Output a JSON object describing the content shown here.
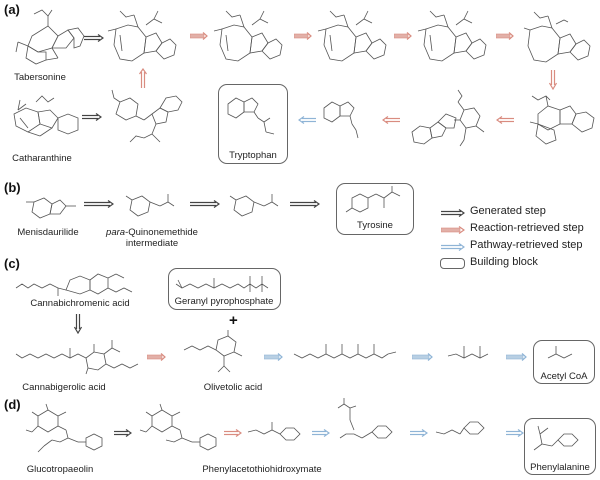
{
  "colors": {
    "generated": "#444444",
    "reaction_retrieved": "#d98c80",
    "pathway_retrieved": "#8fb4d6",
    "building_block_border": "#666666"
  },
  "panels": {
    "a": {
      "label": "(a)",
      "molecules": [
        "Tabersonine",
        "Catharanthine",
        "Tryptophan"
      ],
      "building_block": "Tryptophan"
    },
    "b": {
      "label": "(b)",
      "molecules": [
        "Menisdaurilide",
        "para-Quinonemethide intermediate",
        "Tyrosine"
      ],
      "mol_label_1_italic": "para",
      "mol_label_1_rest": "-Quinonemethide",
      "mol_label_1_line2": "intermediate",
      "building_block": "Tyrosine"
    },
    "c": {
      "label": "(c)",
      "molecules": [
        "Cannabichromenic acid",
        "Geranyl pyrophosphate",
        "Cannabigerolic acid",
        "Olivetolic acid",
        "Acetyl CoA"
      ],
      "building_blocks": [
        "Geranyl pyrophosphate",
        "Acetyl CoA"
      ],
      "plus": "+"
    },
    "d": {
      "label": "(d)",
      "molecules": [
        "Glucotropaeolin",
        "Phenylacetothiohidroxymate",
        "Phenylalanine"
      ],
      "building_block": "Phenylalanine"
    }
  },
  "legend": {
    "items": [
      {
        "type": "generated",
        "label": "Generated step"
      },
      {
        "type": "reaction_retrieved",
        "label": "Reaction-retrieved step"
      },
      {
        "type": "pathway_retrieved",
        "label": "Pathway-retrieved step"
      },
      {
        "type": "building_block",
        "label": "Building block"
      }
    ]
  }
}
